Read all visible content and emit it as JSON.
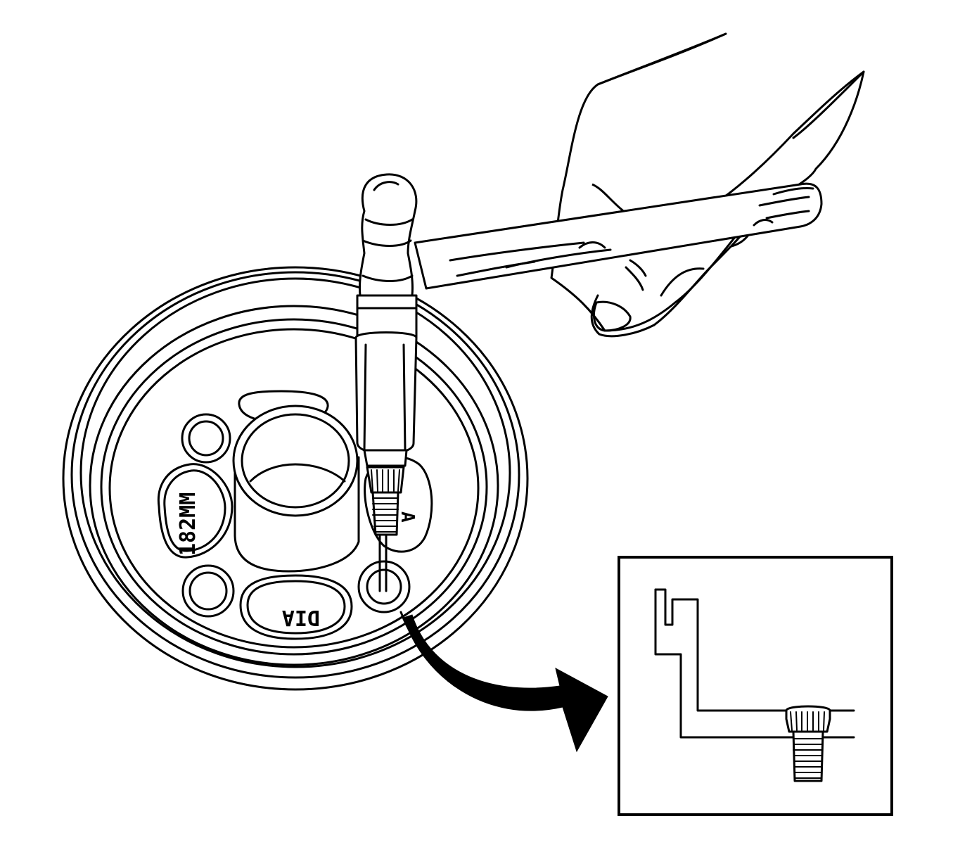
{
  "labels": {
    "hub_size_stamp": "182MM",
    "hub_dia_stamp": "DIA",
    "hub_partial_stamp": "A"
  },
  "colors": {
    "ink": "#000000",
    "paper": "#ffffff"
  },
  "parts": [
    "brake-drum-hub",
    "wheel-stud",
    "pin-punch",
    "hammer",
    "hand",
    "direction-arrow",
    "stud-seated-detail"
  ]
}
